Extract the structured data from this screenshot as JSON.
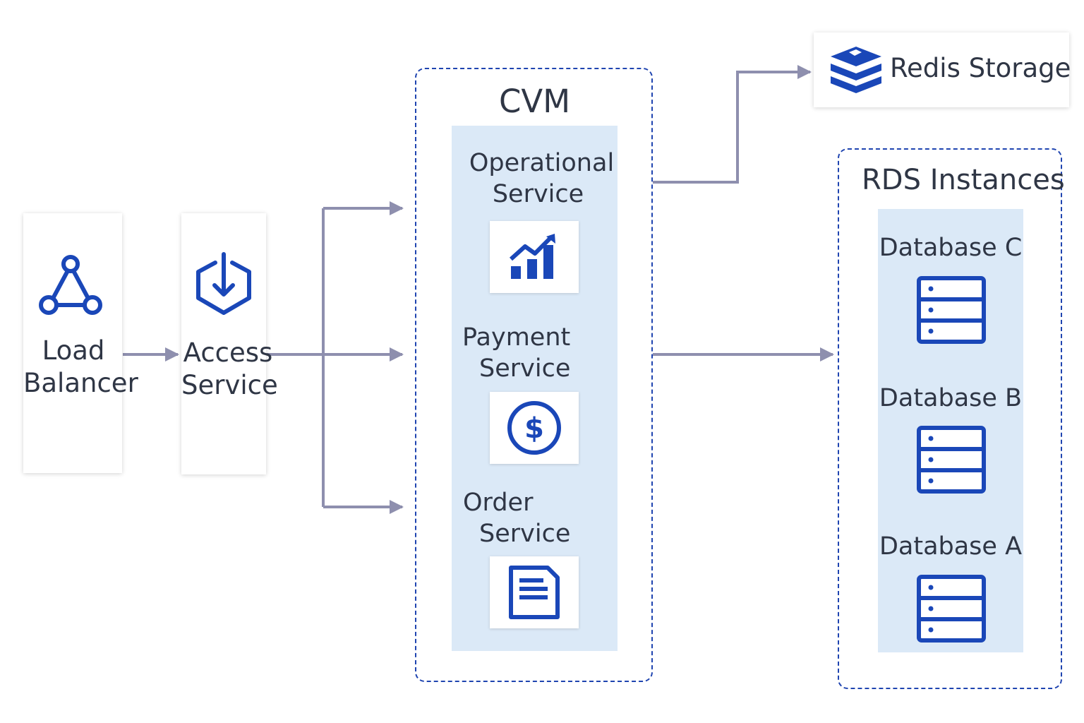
{
  "colors": {
    "accent": "#1a47b8",
    "connector": "#8e8fae",
    "panel": "#dbe9f7",
    "text": "#2f3645"
  },
  "nodes": {
    "load_balancer": {
      "line1": "Load",
      "line2": "Balancer",
      "icon": "triangle-network-icon"
    },
    "access_service": {
      "line1": "Access",
      "line2": "Service",
      "icon": "hexagon-download-icon"
    }
  },
  "cvm": {
    "title": "CVM",
    "services": [
      {
        "line1": "Operational",
        "line2": "Service",
        "icon": "bar-chart-growth-icon"
      },
      {
        "line1": "Payment",
        "line2": "Service",
        "icon": "dollar-circle-icon"
      },
      {
        "line1": "Order",
        "line2": "Service",
        "icon": "document-icon"
      }
    ]
  },
  "redis": {
    "label": "Redis Storage",
    "icon": "redis-stack-icon"
  },
  "rds": {
    "title": "RDS Instances",
    "databases": [
      {
        "label": "Database C",
        "icon": "server-icon"
      },
      {
        "label": "Database B",
        "icon": "server-icon"
      },
      {
        "label": "Database A",
        "icon": "server-icon"
      }
    ]
  }
}
